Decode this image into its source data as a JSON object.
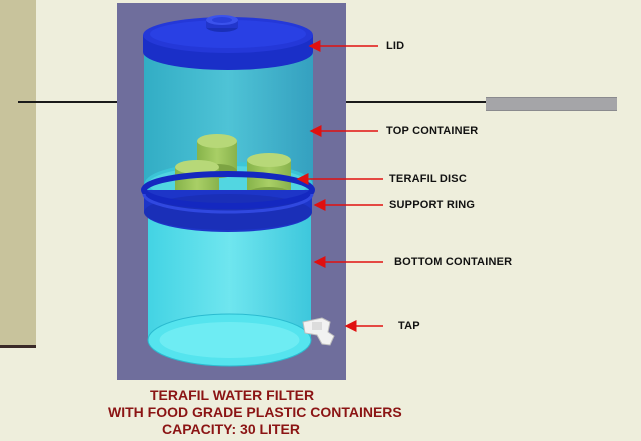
{
  "labels": {
    "lid": "LID",
    "top_container": "TOP CONTAINER",
    "terafil_disc": "TERAFIL DISC",
    "support_ring": "SUPPORT RING",
    "bottom_container": "BOTTOM CONTAINER",
    "tap": "TAP"
  },
  "caption": {
    "line1": "TERAFIL WATER FILTER",
    "line2": "WITH FOOD GRADE PLASTIC CONTAINERS",
    "line3": "CAPACITY: 30 LITER"
  },
  "colors": {
    "panel": "#6f6e9c",
    "lid_blue": "#1a2fc8",
    "container_cyan": "#3ad6e6",
    "disc_green": "#9cc45a",
    "arrow_red": "#e01010",
    "caption_red": "#8b1414"
  }
}
